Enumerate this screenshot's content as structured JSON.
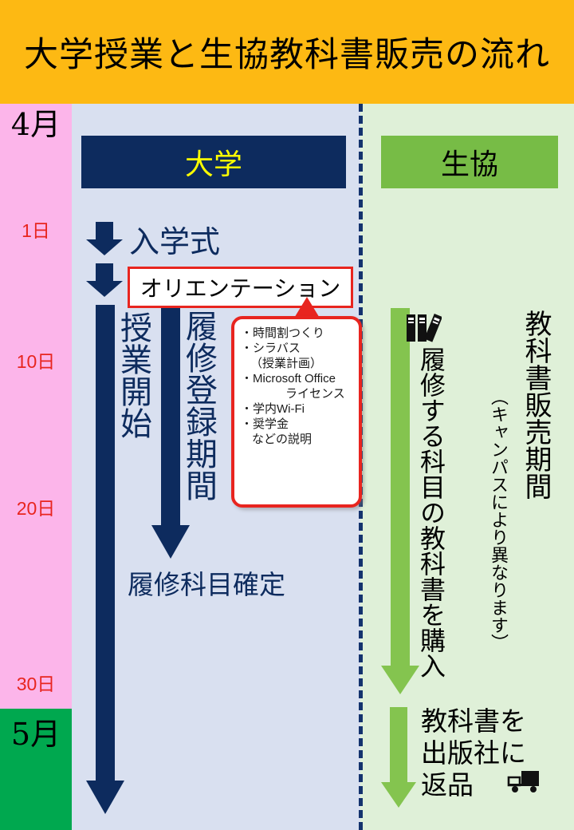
{
  "title": "大学授業と生協教科書販売の流れ",
  "timeline": {
    "april_label": "4月",
    "may_label": "5月",
    "dates": [
      {
        "label": "1日"
      },
      {
        "label": "10日"
      },
      {
        "label": "20日"
      },
      {
        "label": "30日"
      }
    ]
  },
  "university": {
    "header": "大学",
    "steps": {
      "entrance_ceremony": "入学式",
      "orientation": "オリエンテーション",
      "classes_start": "授業開始",
      "registration_period": "履修登録期間",
      "courses_confirmed": "履修科目確定"
    },
    "callout": {
      "lines": [
        "・時間割つくり",
        "・シラバス",
        "（授業計画）",
        "・Microsoft Office",
        "ライセンス",
        "・学内Wi-Fi",
        "・奨学金",
        "などの説明"
      ]
    }
  },
  "coop": {
    "header": "生協",
    "buy_textbooks": "履修する科目の教科書を購入",
    "sales_period": "教科書販売期間",
    "sales_period_note": "（キャンパスにより異なります）",
    "return_books": "教科書を\n出版社に\n返品",
    "icons": {
      "books": "books-icon",
      "truck": "delivery-truck-icon"
    }
  },
  "colors": {
    "title_bg": "#fdb913",
    "april_bg": "#fcb5ea",
    "may_bg": "#00a84f",
    "university_bg": "#d9e0f0",
    "coop_bg": "#dff0d8",
    "navy": "#0d2b5e",
    "coop_green": "#77bc46",
    "arrow_green": "#84c44f",
    "date_red": "#e8251f",
    "header_yellow": "#ffff00"
  }
}
